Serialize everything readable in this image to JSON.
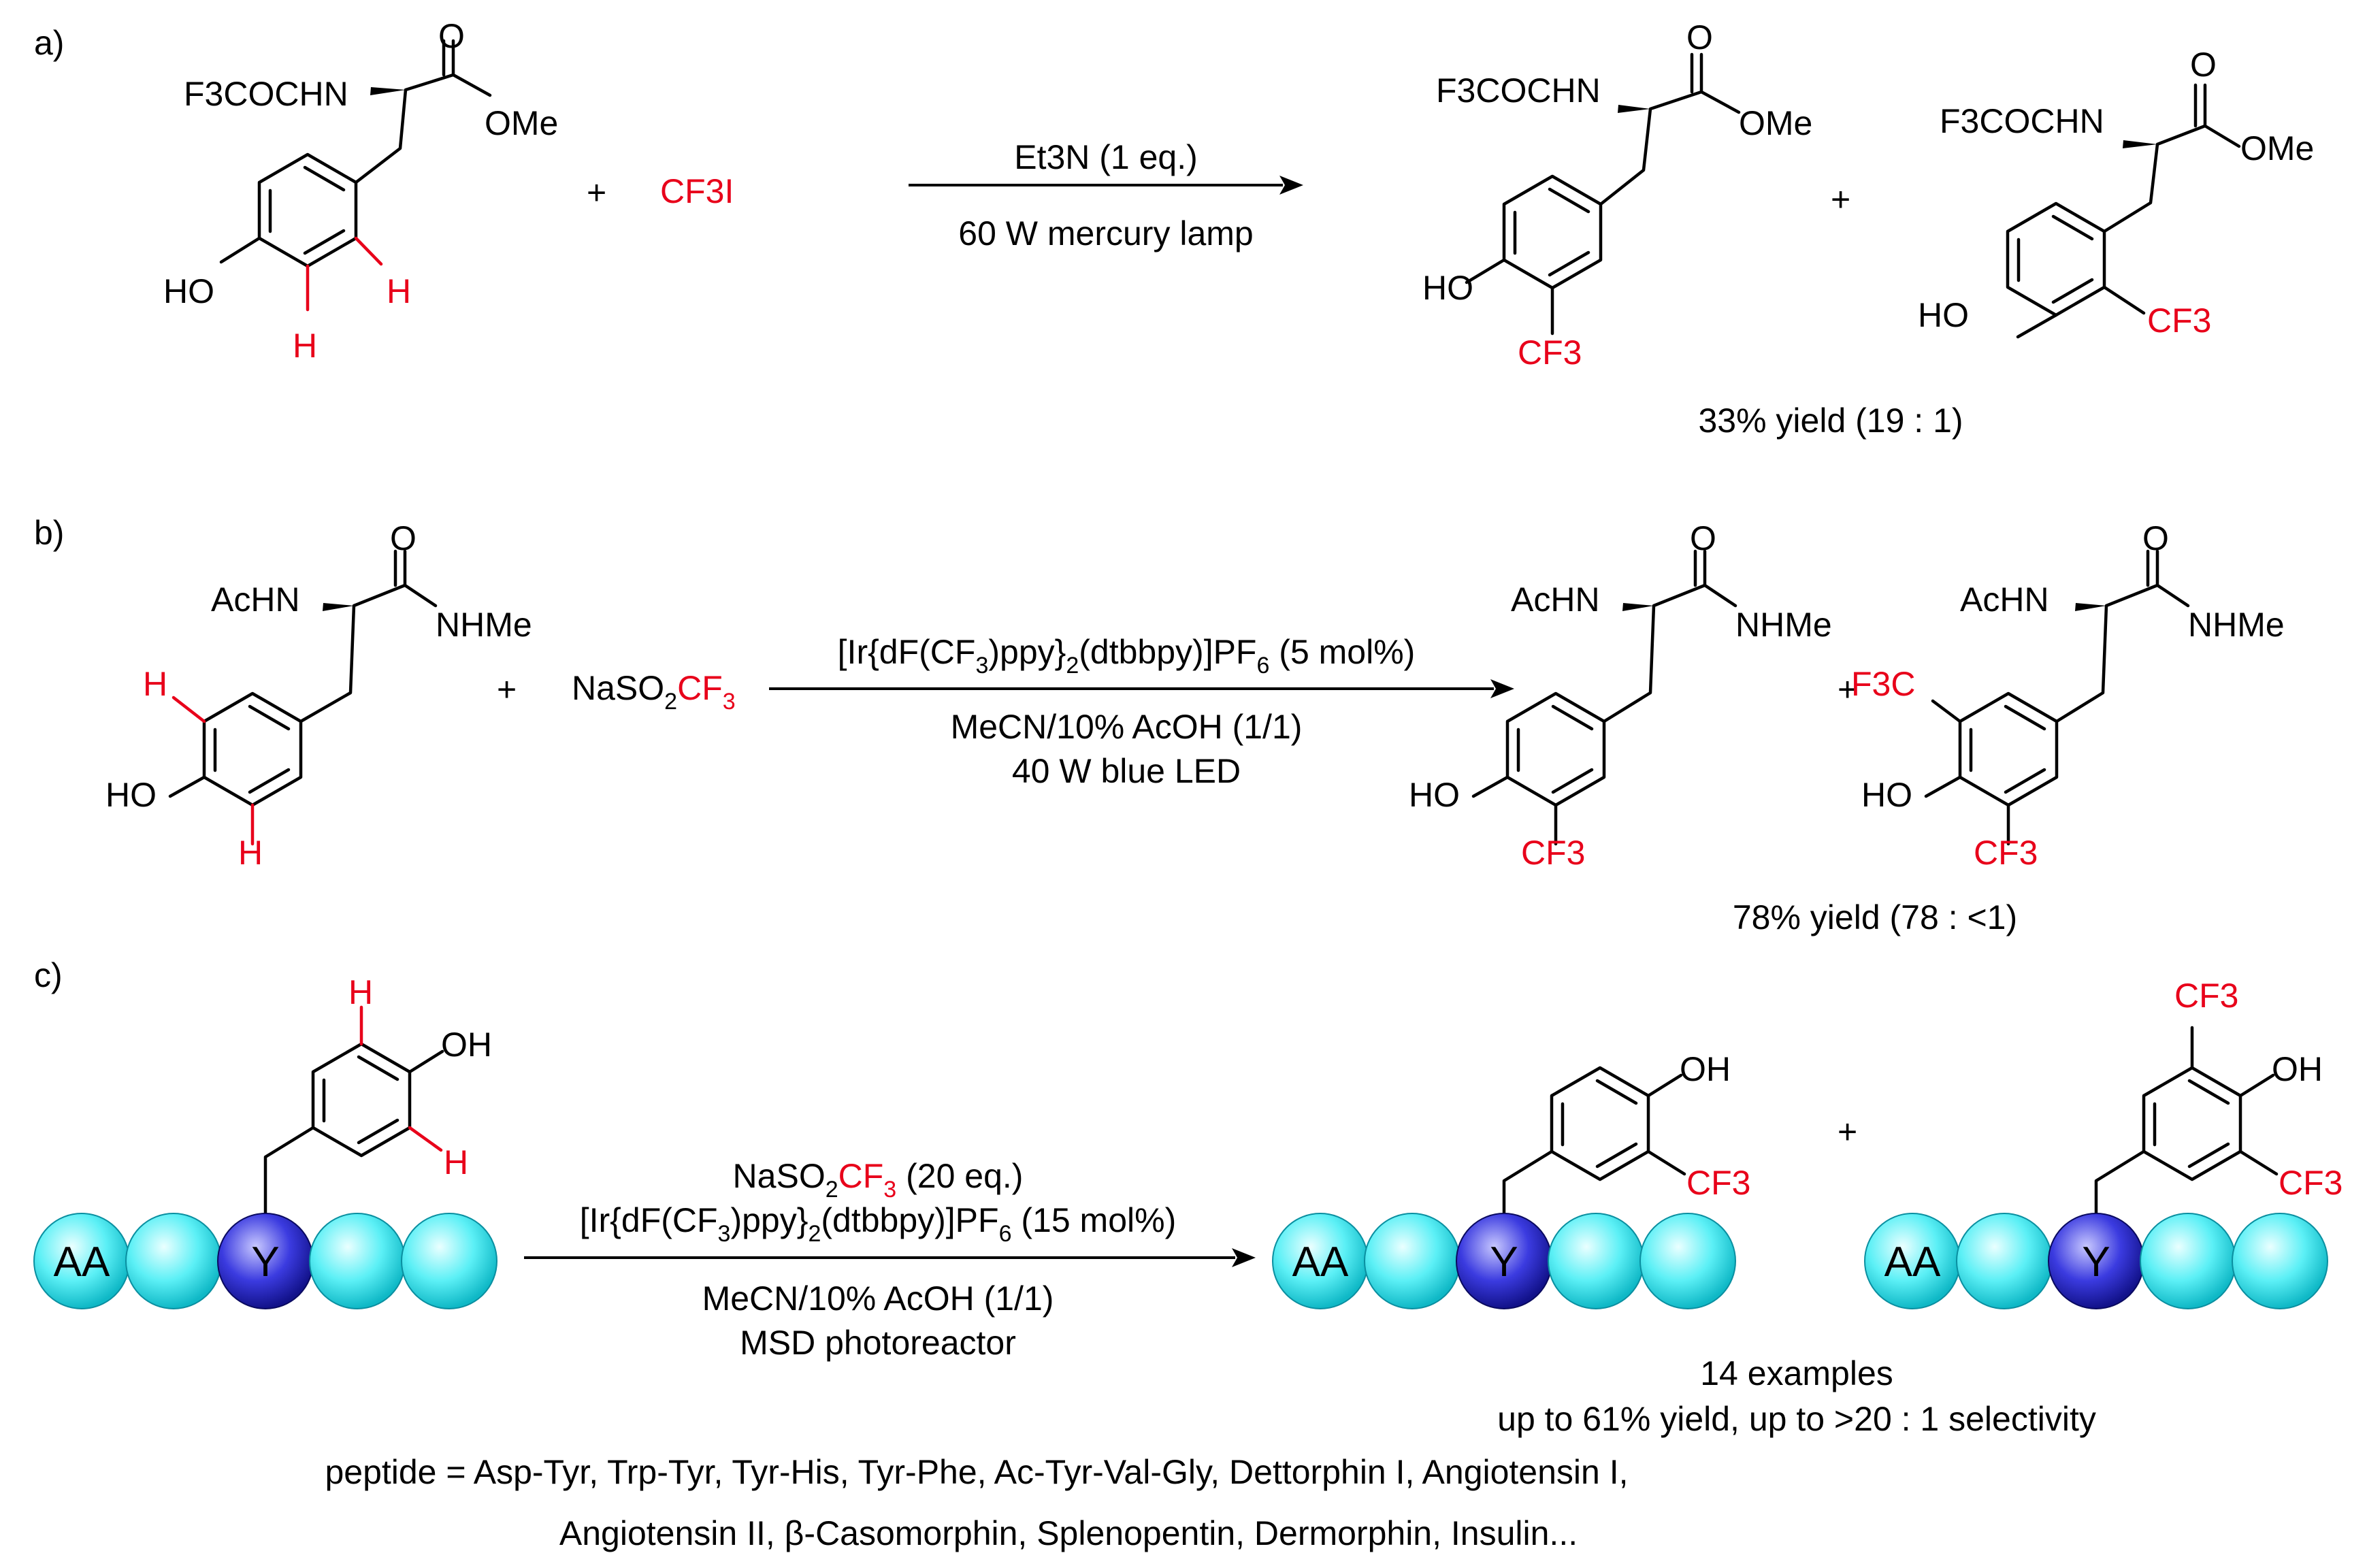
{
  "colors": {
    "highlight": "#e8001a",
    "bead_aa": "#33e6f0",
    "bead_y": "#2b2bd6"
  },
  "a": {
    "label": "a)",
    "sm_left": "F3COCHN",
    "sm_right": "OMe",
    "sm_o": "O",
    "sm_ho": "HO",
    "sm_h": "H",
    "plus": "+",
    "reagent": "CF3I",
    "cond1": "Et3N (1 eq.)",
    "cond2": "60 W mercury lamp",
    "p_left": "F3COCHN",
    "p_right": "OMe",
    "p_o": "O",
    "p_ho": "HO",
    "p_cf3": "CF3",
    "yield": "33% yield (19 : 1)"
  },
  "b": {
    "label": "b)",
    "sm_left": "AcHN",
    "sm_right": "NHMe",
    "sm_o": "O",
    "sm_ho": "HO",
    "sm_h": "H",
    "plus": "+",
    "reagent": "NaSO2CF3",
    "cond1": "[Ir{dF(CF3)ppy}2(dtbbpy)]PF6 (5 mol%)",
    "cond2": "MeCN/10% AcOH (1/1)",
    "cond3": "40 W blue LED",
    "p_left": "AcHN",
    "p_right": "NHMe",
    "p_o": "O",
    "p_ho": "HO",
    "p_cf3": "CF3",
    "p_f3c": "F3C",
    "yield": "78% yield (78 : <1)"
  },
  "c": {
    "label": "c)",
    "oh": "OH",
    "h": "H",
    "cf3": "CF3",
    "bead_aa": "AA",
    "bead_y": "Y",
    "plus": "+",
    "cond1": "NaSO2CF3 (20 eq.)",
    "cond2": "[Ir{dF(CF3)ppy}2(dtbbpy)]PF6 (15 mol%)",
    "cond3": "MeCN/10% AcOH (1/1)",
    "cond4": "MSD photoreactor",
    "examples": "14 examples",
    "summary": "up to 61% yield, up to >20 : 1 selectivity",
    "peptides1": "peptide = Asp-Tyr,  Trp-Tyr,  Tyr-His,  Tyr-Phe,  Ac-Tyr-Val-Gly,  Dettorphin I, Angiotensin I,",
    "peptides2": "Angiotensin II, β-Casomorphin, Splenopentin, Dermorphin, Insulin..."
  }
}
